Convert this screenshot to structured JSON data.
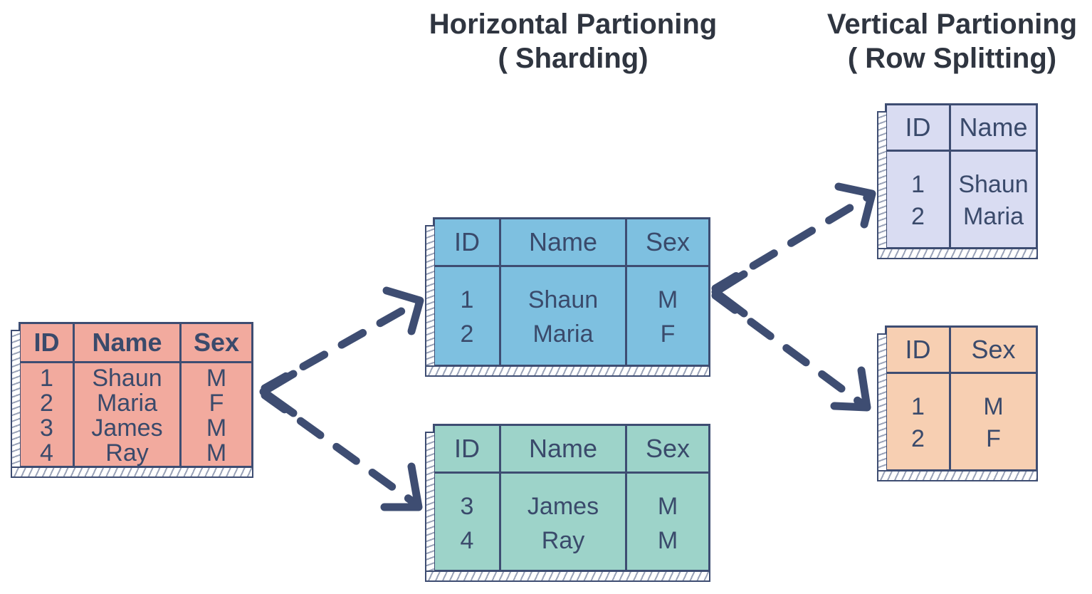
{
  "titles": {
    "horizontal_line1": "Horizontal Partioning",
    "horizontal_line2": "( Sharding)",
    "vertical_line1": "Vertical Partioning",
    "vertical_line2": "( Row Splitting)"
  },
  "original_table": {
    "headers": [
      "ID",
      "Name",
      "Sex"
    ],
    "ids": [
      "1",
      "2",
      "3",
      "4"
    ],
    "names": [
      "Shaun",
      "Maria",
      "James",
      "Ray"
    ],
    "sexes": [
      "M",
      "F",
      "M",
      "M"
    ]
  },
  "shard_1": {
    "headers": [
      "ID",
      "Name",
      "Sex"
    ],
    "ids": [
      "1",
      "2"
    ],
    "names": [
      "Shaun",
      "Maria"
    ],
    "sexes": [
      "M",
      "F"
    ]
  },
  "shard_2": {
    "headers": [
      "ID",
      "Name",
      "Sex"
    ],
    "ids": [
      "3",
      "4"
    ],
    "names": [
      "James",
      "Ray"
    ],
    "sexes": [
      "M",
      "M"
    ]
  },
  "vertical_1": {
    "headers": [
      "ID",
      "Name"
    ],
    "ids": [
      "1",
      "2"
    ],
    "names": [
      "Shaun",
      "Maria"
    ]
  },
  "vertical_2": {
    "headers": [
      "ID",
      "Sex"
    ],
    "ids": [
      "1",
      "2"
    ],
    "sexes": [
      "M",
      "F"
    ]
  },
  "colors": {
    "original": "#f2aa9e",
    "shard_1": "#7ec0e0",
    "shard_2": "#9dd3c9",
    "vertical_1": "#d9dcf2",
    "vertical_2": "#f7cfb2",
    "stroke": "#3e4d72"
  }
}
